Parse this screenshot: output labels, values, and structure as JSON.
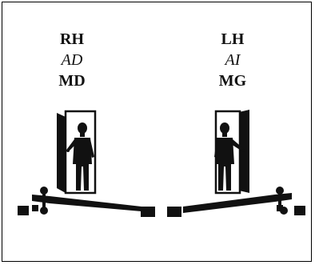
{
  "left_door": {
    "code_en": "RH",
    "code_es": "AD",
    "code_fr": "MD"
  },
  "right_door": {
    "code_en": "LH",
    "code_es": "AI",
    "code_fr": "MG"
  },
  "colors": {
    "ink": "#111111",
    "background": "#ffffff"
  },
  "icons": [
    "door-frame-icon",
    "person-icon",
    "hinge-icon",
    "door-swing-icon"
  ]
}
